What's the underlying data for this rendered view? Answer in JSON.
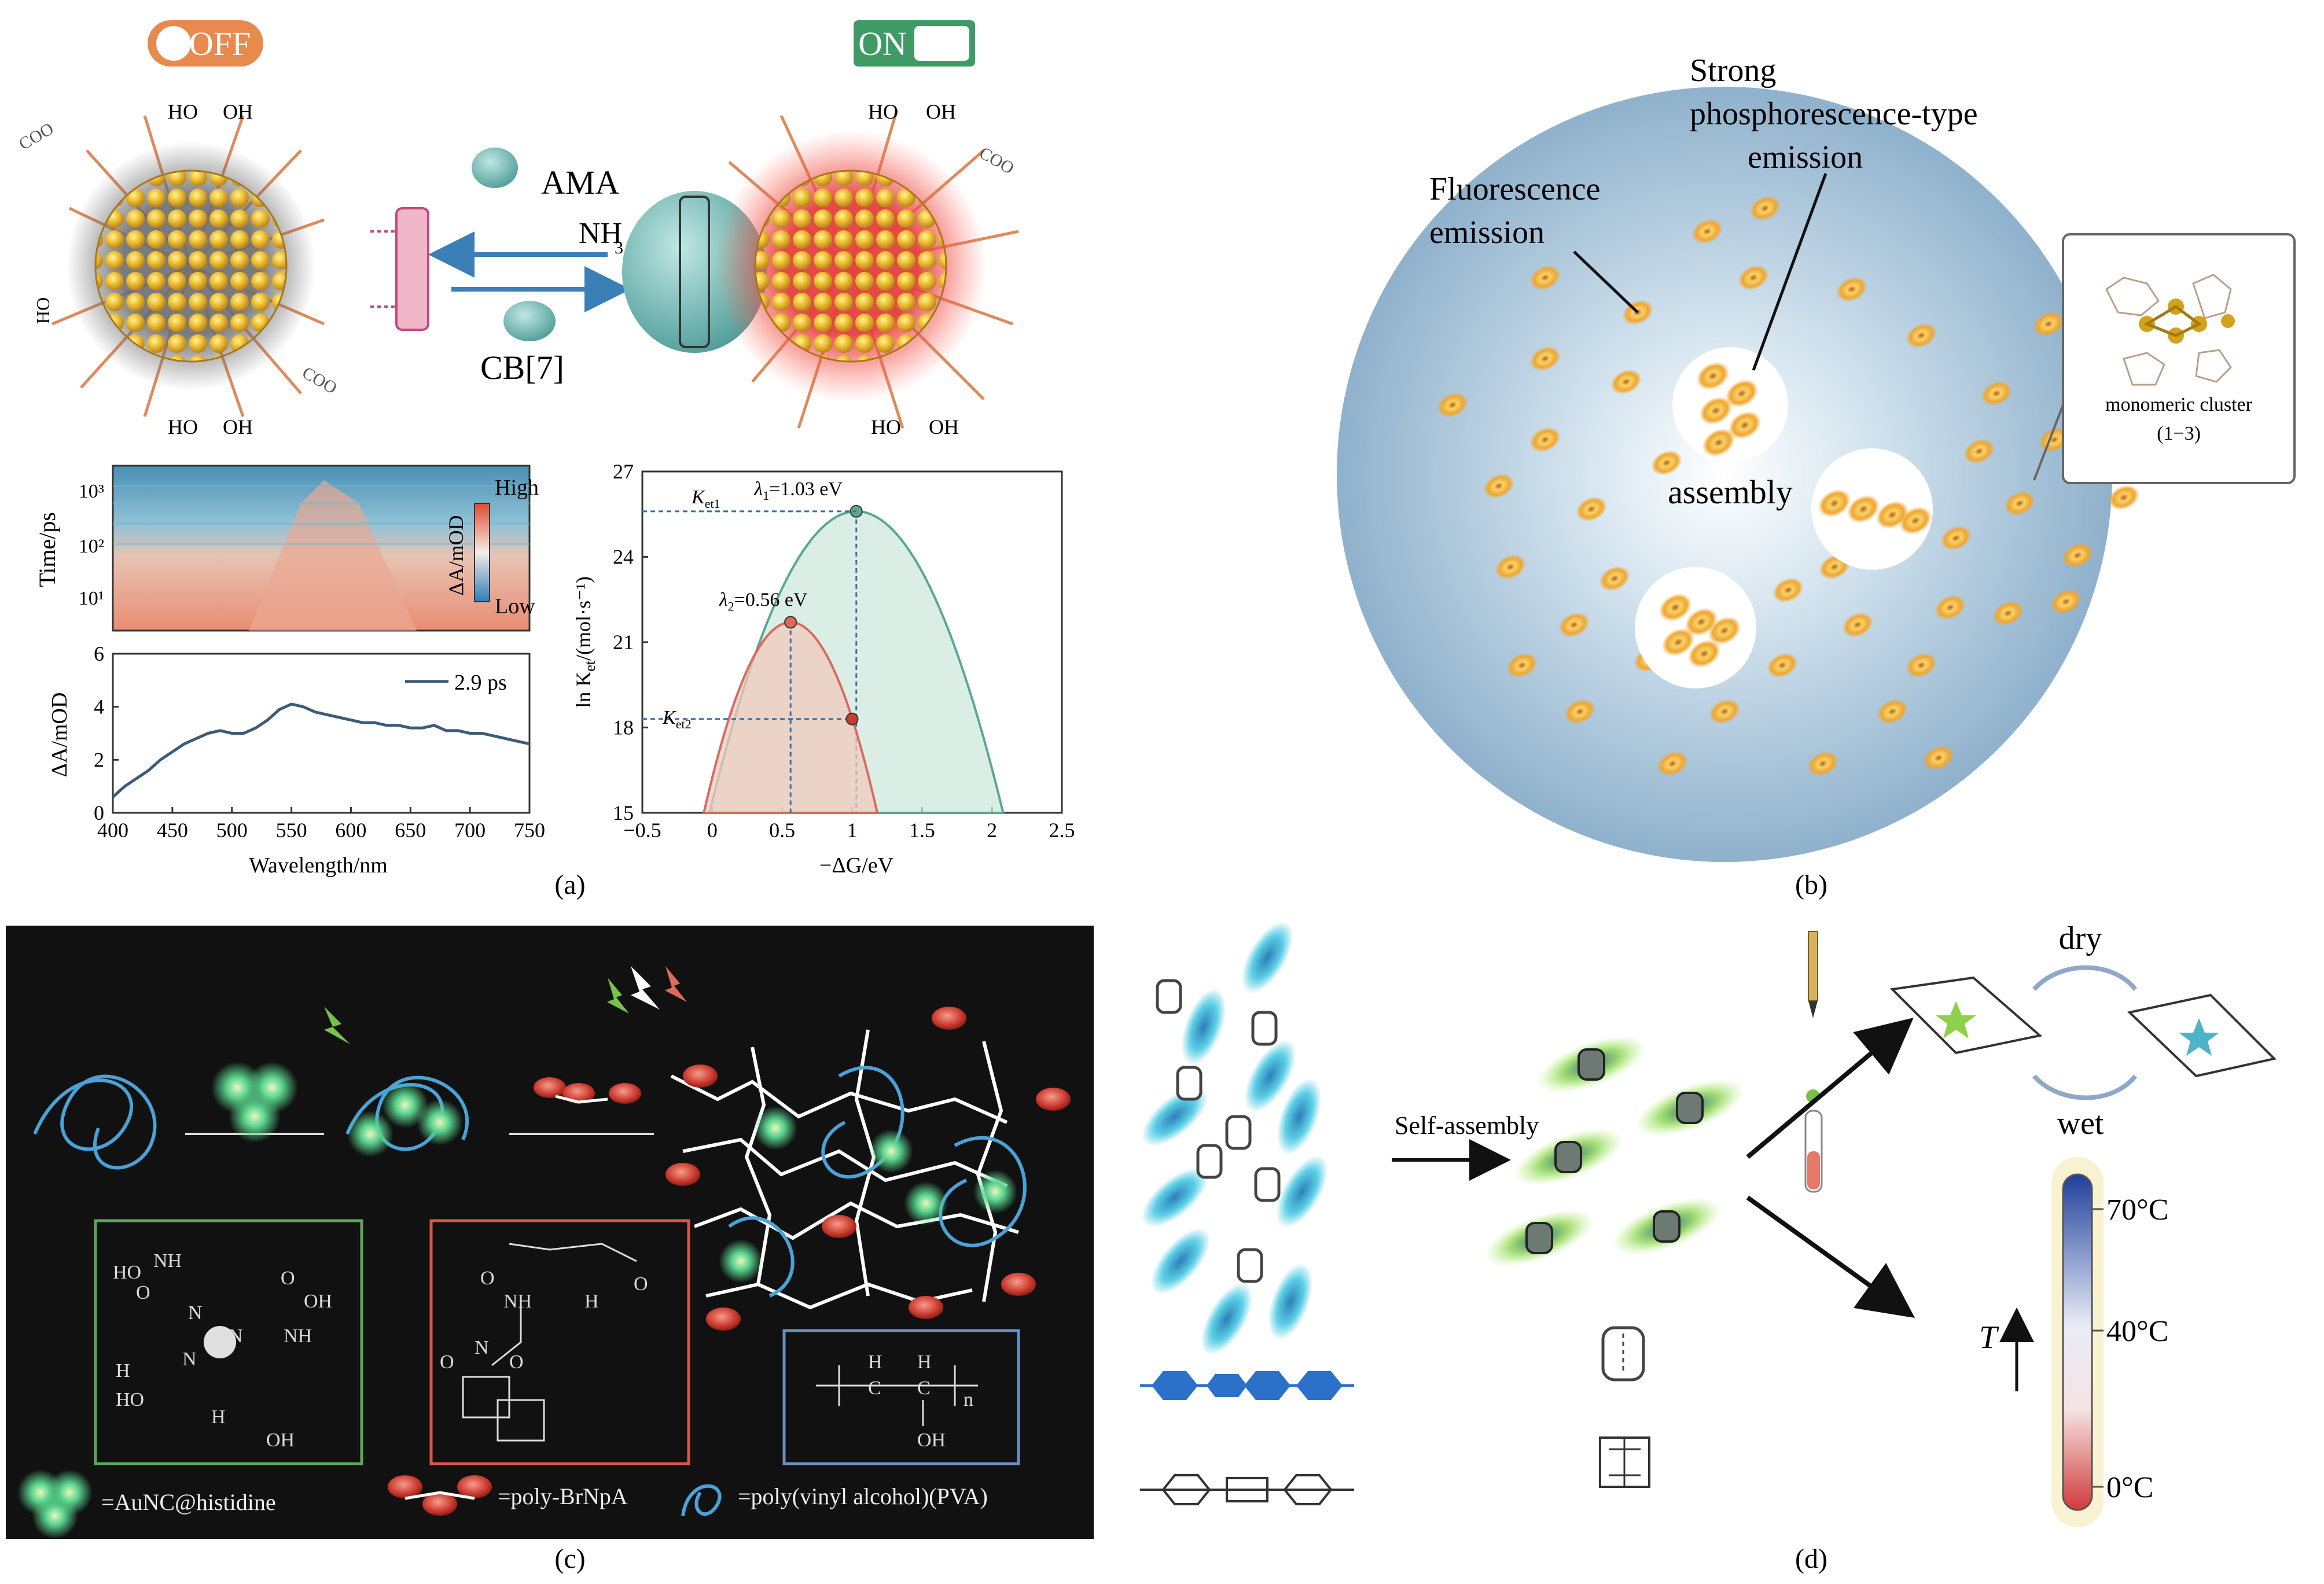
{
  "panel_a": {
    "label": "(a)",
    "switch_off": "OFF",
    "switch_on": "ON",
    "ho": "HO",
    "oh": "OH",
    "coo": "COO",
    "ama": "AMA",
    "nh3": "NH",
    "nh3_sub": "3",
    "cb7": "CB[7]",
    "heatmap": {
      "ylabel": "Time/ps",
      "yticks": [
        "10³",
        "10²",
        "10¹"
      ],
      "colorbar_high": "High",
      "colorbar_low": "Low",
      "colorbar_label": "ΔA/mOD"
    }
  },
  "panel_b": {
    "label": "(b)",
    "fluorescence": [
      "Fluorescence",
      "emission"
    ],
    "strong": [
      "Strong",
      "phosphorescence-type",
      "emission"
    ],
    "assembly": "assembly",
    "cluster": [
      "monomeric cluster",
      "(1−3)"
    ]
  },
  "panel_c": {
    "label": "(c)",
    "legend_aunc": "=AuNC@histidine",
    "legend_brnpa": "=poly-BrNpA",
    "legend_pva": "=poly(vinyl alcohol)(PVA)"
  },
  "panel_d": {
    "label": "(d)",
    "self_assembly": "Self-assembly",
    "dry": "dry",
    "wet": "wet",
    "temps": [
      "70°C",
      "40°C",
      "0°C"
    ],
    "t_label": "T"
  },
  "chart_data": [
    {
      "type": "line",
      "ylabel": "ΔA/mOD",
      "xlabel": "Wavelength/nm",
      "xlim": [
        400,
        750
      ],
      "ylim": [
        0,
        6
      ],
      "xticks": [
        400,
        450,
        500,
        550,
        600,
        650,
        700,
        750
      ],
      "yticks": [
        0,
        2,
        4,
        6
      ],
      "series": [
        {
          "name": "2.9 ps",
          "color": "#3d5a78",
          "x": [
            400,
            410,
            420,
            430,
            440,
            450,
            460,
            470,
            480,
            490,
            500,
            510,
            520,
            530,
            540,
            550,
            560,
            570,
            580,
            590,
            600,
            610,
            620,
            630,
            640,
            650,
            660,
            670,
            680,
            690,
            700,
            710,
            720,
            730,
            740,
            750
          ],
          "y": [
            0.6,
            1.0,
            1.3,
            1.6,
            2.0,
            2.3,
            2.6,
            2.8,
            3.0,
            3.1,
            3.0,
            3.0,
            3.2,
            3.5,
            3.9,
            4.1,
            4.0,
            3.8,
            3.7,
            3.6,
            3.5,
            3.4,
            3.4,
            3.3,
            3.3,
            3.2,
            3.2,
            3.3,
            3.1,
            3.1,
            3.0,
            3.0,
            2.9,
            2.8,
            2.7,
            2.6
          ]
        }
      ]
    },
    {
      "type": "area",
      "xlabel": "−ΔG/eV",
      "ylabel": "ln K",
      "ylabel_sub": "et",
      "ylabel_units": "/(mol·s⁻¹)",
      "xlim": [
        -0.5,
        2.5
      ],
      "ylim": [
        15,
        27
      ],
      "xticks": [
        -0.5,
        0,
        0.5,
        1.0,
        1.5,
        2.0,
        2.5
      ],
      "yticks": [
        15,
        18,
        21,
        24,
        27
      ],
      "series": [
        {
          "name": "λ₁=1.03 eV",
          "lambda": 1.03,
          "peak": 25.6,
          "color": "#5aa88e",
          "fill": "#cfe8dc"
        },
        {
          "name": "λ₂=0.56 eV",
          "lambda": 0.56,
          "peak": 21.7,
          "color": "#d96a5e",
          "fill": "#f0c9bd"
        }
      ],
      "annotations": {
        "lambda1": "λ",
        "lambda1_sub": "1",
        "lambda1_val": "=1.03 eV",
        "lambda2": "λ",
        "lambda2_sub": "2",
        "lambda2_val": "=0.56 eV",
        "ket1": "K",
        "ket1_sub": "et1",
        "ket2": "K",
        "ket2_sub": "et2"
      }
    }
  ]
}
